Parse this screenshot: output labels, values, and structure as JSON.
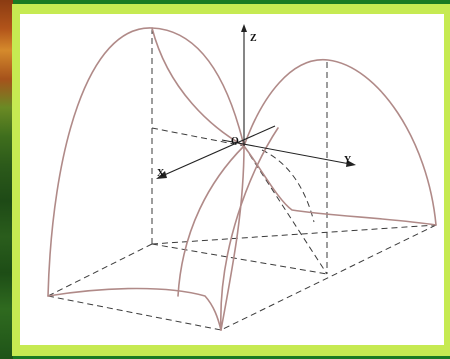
{
  "diagram": {
    "axis_labels": {
      "z": "Z",
      "y": "Y",
      "x": "X",
      "origin": "O"
    },
    "colors": {
      "background": "#1a7a22",
      "frame": "#c6ea52",
      "panel": "#ffffff",
      "surface_line": "#b08a88",
      "construction_line": "#3b3b3b"
    }
  }
}
